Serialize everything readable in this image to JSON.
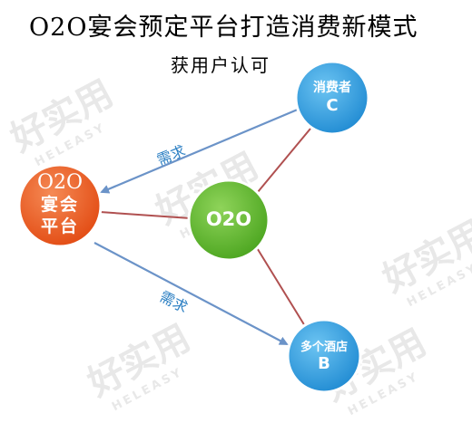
{
  "header": {
    "title": "O2O宴会预定平台打造消费新模式",
    "subtitle": "获用户认可"
  },
  "watermark": {
    "text": "好实用",
    "sub": "HELEASY"
  },
  "nodes": {
    "platform": {
      "line1": "O2O",
      "line2": "宴会",
      "line3": "平台",
      "color": "#e8541c"
    },
    "center": {
      "label": "O2O",
      "color": "#5cb82c"
    },
    "consumer": {
      "line1": "消费者",
      "line2": "C",
      "color": "#2e9fe0"
    },
    "hotels": {
      "line1": "多个酒店",
      "line2": "B",
      "color": "#2e9fe0"
    }
  },
  "edges": {
    "upper_label": "需求",
    "lower_label": "需求",
    "arrow_color": "#6b93c8",
    "link_color": "#b05050"
  }
}
